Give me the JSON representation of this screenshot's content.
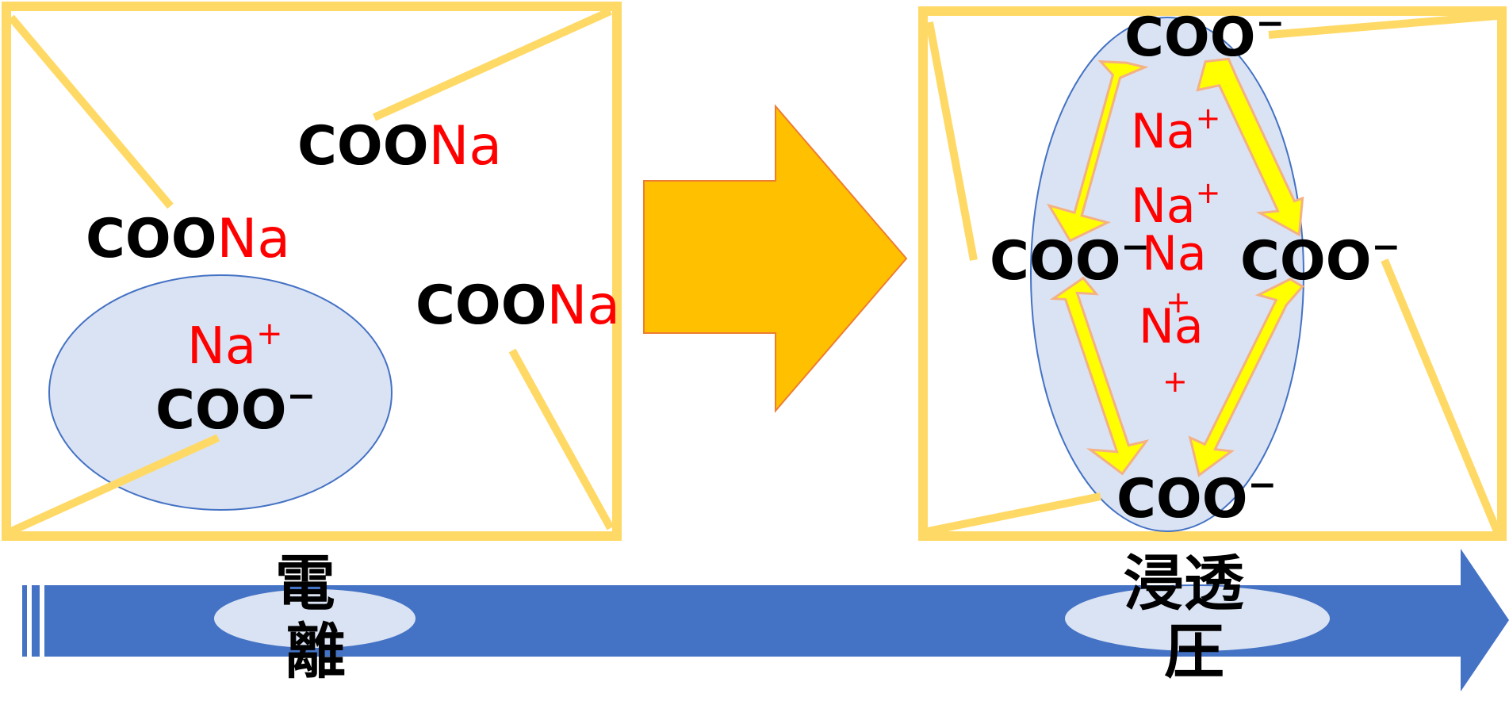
{
  "colors": {
    "frame": "#FFD966",
    "cluster_fill": "#DAE3F3",
    "cluster_stroke": "#4472C4",
    "sodium": "#FF0000",
    "big_arrow": "#FFC000",
    "big_arrow_stroke": "#ED7D31",
    "repulsion_arrow": "#FFFF00",
    "repulsion_arrow_stroke": "#F4B183",
    "process_arrow": "#4472C4"
  },
  "left_panel": {
    "salt_groups": [
      {
        "group": "COO",
        "ion": "Na"
      },
      {
        "group": "COO",
        "ion": "Na"
      },
      {
        "group": "COO",
        "ion": "Na"
      }
    ],
    "dissociated_cation": {
      "ion": "Na",
      "charge": "+"
    },
    "dissociated_anion": {
      "group": "COO",
      "charge": "−"
    }
  },
  "right_panel": {
    "anions": [
      {
        "group": "COO",
        "charge": "−"
      },
      {
        "group": "COO",
        "charge": "−"
      },
      {
        "group": "COO",
        "charge": "−"
      },
      {
        "group": "COO",
        "charge": "−"
      }
    ],
    "cations": [
      {
        "ion": "Na",
        "charge": "+"
      },
      {
        "ion": "Na",
        "charge": "+"
      },
      {
        "ion": "Na",
        "charge": "+"
      },
      {
        "ion": "Na",
        "charge": "+"
      }
    ]
  },
  "process_bar": {
    "stage_1": {
      "line_1": "電",
      "line_2": "離"
    },
    "stage_2": {
      "line_1": "浸透",
      "line_2": "圧"
    }
  }
}
